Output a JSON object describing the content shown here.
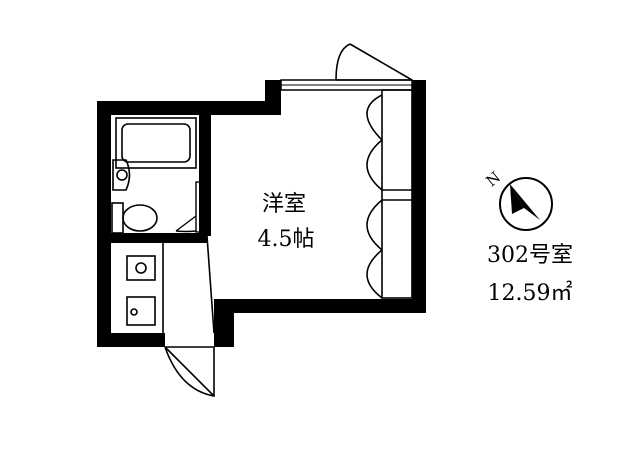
{
  "room": {
    "name": "洋室",
    "size": "4.5帖"
  },
  "unit": {
    "number": "302号室",
    "area": "12.59㎡"
  },
  "compass": {
    "north_label": "N",
    "icon": "north-arrow-icon"
  }
}
